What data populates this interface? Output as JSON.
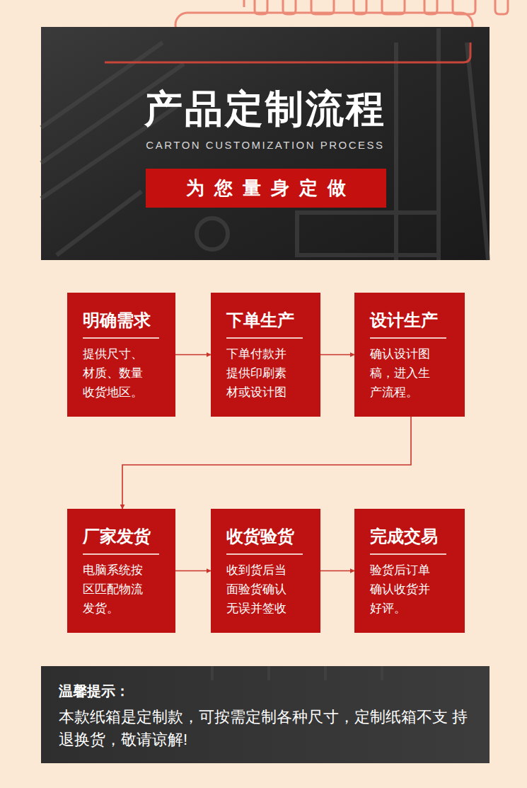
{
  "diagram": {
    "title": "产品定制流程",
    "nodes": [
      {
        "text": [
          "为您量身定做"
        ]
      },
      {
        "text": [
          "明确需求",
          "提供尺寸、 材质、数量 收货地区。"
        ]
      },
      {
        "text": [
          "下单生产",
          "下单付款并 提供印刷素 材或设计图"
        ]
      },
      {
        "text": [
          "设计生产",
          "确认设计图 稿，进入生 产流程。"
        ]
      },
      {
        "text": [
          "厂家发货",
          "电脑系统按 区匹配物流 发货。"
        ]
      },
      {
        "text": [
          "收货验货",
          "收到货后当 面验货确认 无误并签收"
        ]
      },
      {
        "text": [
          "完成交易",
          "验货后订单 确认收货并 好评。"
        ]
      },
      {
        "text": [
          "温馨提示：",
          "本款纸箱是定制款，可按需定制各种尺寸，定制纸箱不支 持退换货，敬请谅解!"
        ]
      }
    ],
    "edges": [
      {
        "from": 1,
        "to": 2,
        "arrow": "to"
      },
      {
        "from": 2,
        "to": 3,
        "arrow": "to"
      },
      {
        "from": 3,
        "to": 4,
        "arrow": "to"
      },
      {
        "from": 4,
        "to": 5,
        "arrow": "to"
      },
      {
        "from": 5,
        "to": 6,
        "arrow": "to"
      }
    ],
    "labels": [
      "CARTON CUSTOMIZATION PROCESS"
    ]
  }
}
